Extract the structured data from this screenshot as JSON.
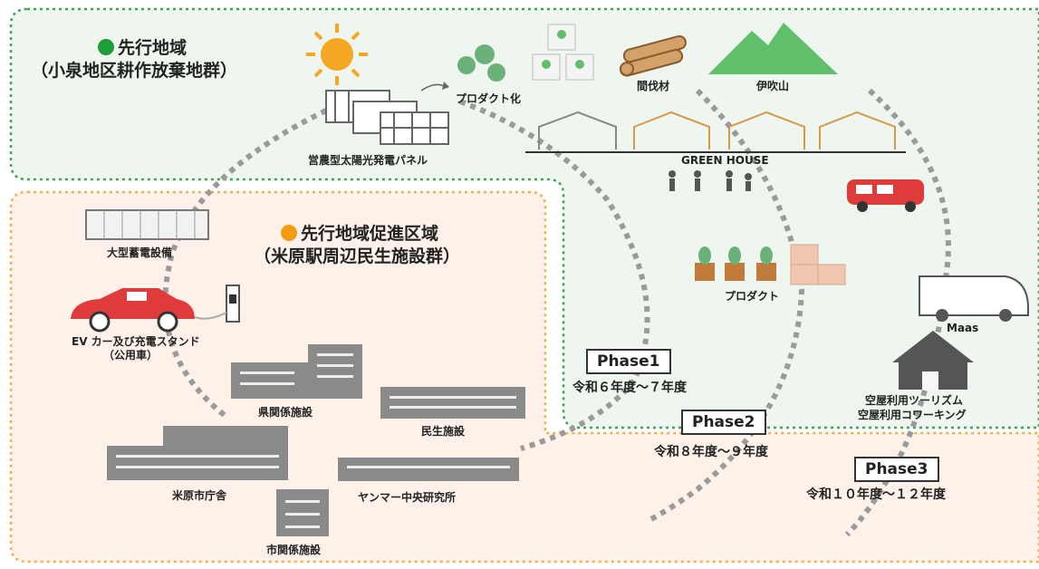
{
  "regions": {
    "advanced": {
      "title": "先行地域",
      "subtitle": "（小泉地区耕作放棄地群）",
      "dot_color": "#1e9e3a"
    },
    "promotion": {
      "title": "先行地域促進区域",
      "subtitle": "（米原駅周辺民生施設群）",
      "dot_color": "#f39c12"
    }
  },
  "labels": {
    "product_ka": "プロダクト化",
    "kanbatsu": "間伐材",
    "ibuki": "伊吹山",
    "solar": "営農型太陽光発電パネル",
    "greenhouse": "GREEN HOUSE",
    "battery": "大型蓄電設備",
    "ev_line1": "EV カー及び充電スタンド",
    "ev_line2": "（公用車）",
    "product": "プロダクト",
    "maas": "Maas",
    "pref": "県関係施設",
    "minsei": "民生施設",
    "cityhall": "米原市庁舎",
    "yanmar": "ヤンマー中央研究所",
    "city": "市関係施設",
    "akiya1": "空屋利用ツーリズム",
    "akiya2": "空屋利用コワーキング"
  },
  "phases": [
    {
      "name": "Phase1",
      "period": "令和６年度～７年度"
    },
    {
      "name": "Phase2",
      "period": "令和８年度～９年度"
    },
    {
      "name": "Phase3",
      "period": "令和１０年度～１２年度"
    }
  ],
  "colors": {
    "green_border": "#3aa655",
    "green_fill": "#eef6ef",
    "orange_border": "#f0b04a",
    "orange_fill": "#fdf1ea",
    "road": "#9a9a9a",
    "building": "#8a8a8a",
    "red_car": "#e03b3b",
    "mountain": "#5fbf6a",
    "sun": "#f5a623"
  }
}
